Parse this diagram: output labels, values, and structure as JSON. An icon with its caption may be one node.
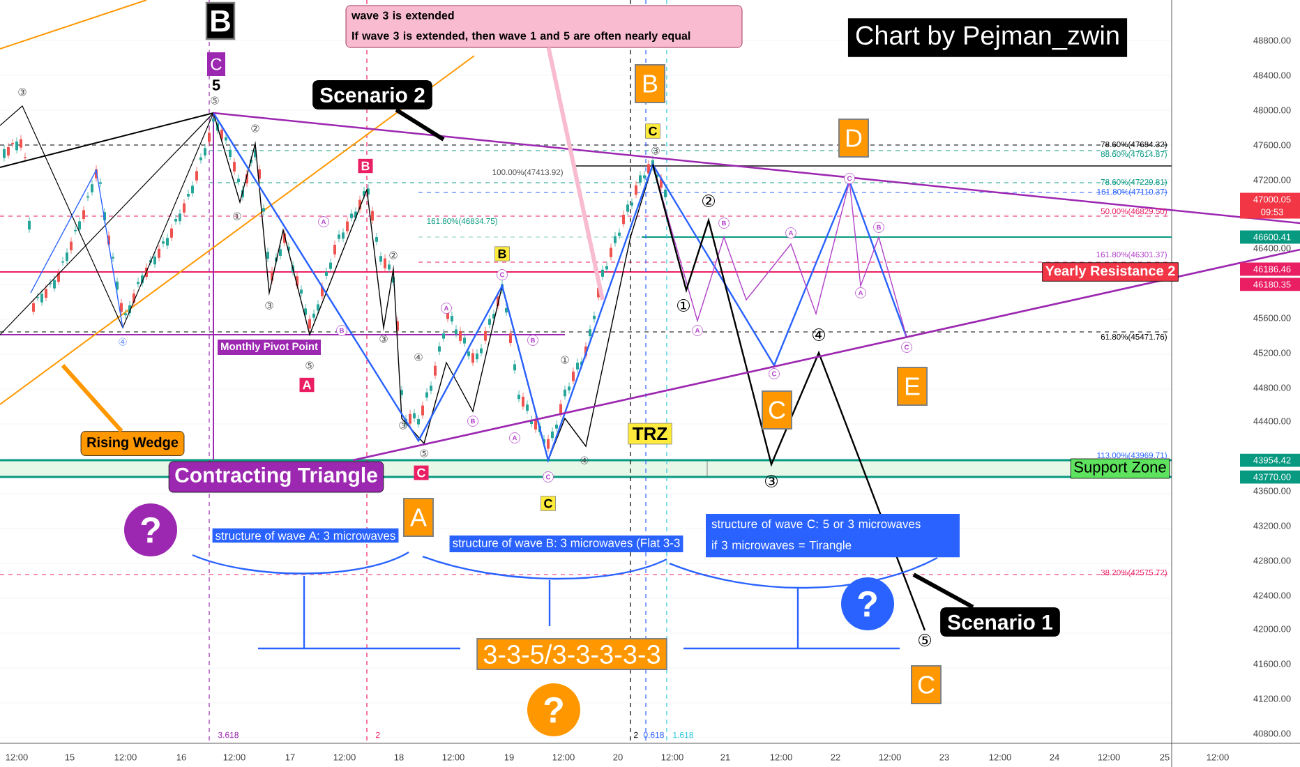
{
  "diagram": {
    "nodes": [
      {
        "text": [
          "B"
        ]
      },
      {
        "text": [
          "C"
        ]
      },
      {
        "text": [
          "Scenario 2"
        ]
      },
      {
        "text": [
          "wave 3 is extended",
          "If wave 3 is extended, then wave 1 and 5 are often nearly equal"
        ]
      },
      {
        "text": [
          "B"
        ]
      },
      {
        "text": [
          "C"
        ]
      },
      {
        "text": [
          "Chart by Pejman_zwin"
        ]
      },
      {
        "text": [
          "D"
        ]
      },
      {
        "text": [
          "B"
        ]
      },
      {
        "text": [
          "B"
        ]
      },
      {
        "text": [
          "A"
        ]
      },
      {
        "text": [
          "Monthly Pivot Point"
        ]
      },
      {
        "text": [
          "Yearly Resistance 2"
        ]
      },
      {
        "text": [
          "Rising Wedge"
        ]
      },
      {
        "text": [
          "Contracting Triangle"
        ]
      },
      {
        "text": [
          "C"
        ]
      },
      {
        "text": [
          "A"
        ]
      },
      {
        "text": [
          "C"
        ]
      },
      {
        "text": [
          "TRZ"
        ]
      },
      {
        "text": [
          "C"
        ]
      },
      {
        "text": [
          "E"
        ]
      },
      {
        "text": [
          "Support Zone"
        ]
      },
      {
        "text": [
          "?"
        ]
      },
      {
        "text": [
          "structure of wave A: 3 microwaves"
        ]
      },
      {
        "text": [
          "structure of wave B: 3 microwaves (Flat 3-3"
        ]
      },
      {
        "text": [
          "structure of wave C: 5 or 3 microwaves",
          "if 3 microwaves = Tirangle"
        ]
      },
      {
        "text": [
          "Scenario 1"
        ]
      },
      {
        "text": [
          "3-3-5/3-3-3-3-3"
        ]
      },
      {
        "text": [
          "?"
        ]
      },
      {
        "text": [
          "?"
        ]
      },
      {
        "text": [
          "C"
        ]
      }
    ],
    "edges": [
      {
        "from": 2,
        "to": null,
        "arrow": "none"
      },
      {
        "from": 3,
        "to": null,
        "arrow": "none",
        "color": "#f8bbd0"
      },
      {
        "from": 13,
        "to": null,
        "arrow": "none",
        "color": "#ff9800"
      },
      {
        "from": 26,
        "to": null,
        "arrow": "none"
      }
    ],
    "labels": [
      "5",
      "③",
      "⑤",
      "②",
      "①",
      "③",
      "④",
      "⑤",
      "②",
      "③",
      "④",
      "A",
      "B",
      "C",
      "A",
      "B",
      "①",
      "③",
      "②",
      "①",
      "④",
      "C",
      "A",
      "B",
      "A",
      "C",
      "B",
      "A",
      "C",
      "③",
      "⑤",
      "B",
      "A",
      "C",
      "④",
      "③",
      "⑤",
      "78.60%(47684.32)",
      "88.60%(47614.87)",
      "100.00%(47413.92)",
      "78.60%(47229.81)",
      "161.80%(47110.37)",
      "50.00%(46829.50)",
      "161.80%(46834.75)",
      "161.80%(46301.37)",
      "61.80%(45471.76)",
      "113.00%(43969.71)",
      "38.20%(42575.72)",
      "3.618",
      "2",
      "2",
      "0.618",
      "1.618",
      "47000.05",
      "09:53",
      "46600.41",
      "46186.46",
      "46180.35",
      "43954.42",
      "43770.00",
      "48800.00",
      "48400.00",
      "48000.00",
      "47600.00",
      "47200.00",
      "46400.00",
      "45600.00",
      "45200.00",
      "44800.00",
      "44400.00",
      "43600.00",
      "43200.00",
      "42800.00",
      "42400.00",
      "42000.00",
      "41600.00",
      "41200.00",
      "40800.00",
      "12:00",
      "15",
      "12:00",
      "16",
      "12:00",
      "17",
      "12:00",
      "18",
      "12:00",
      "19",
      "12:00",
      "20",
      "12:00",
      "21",
      "12:00",
      "22",
      "12:00",
      "23",
      "12:00",
      "24",
      "12:00",
      "25",
      "12:00"
    ]
  }
}
